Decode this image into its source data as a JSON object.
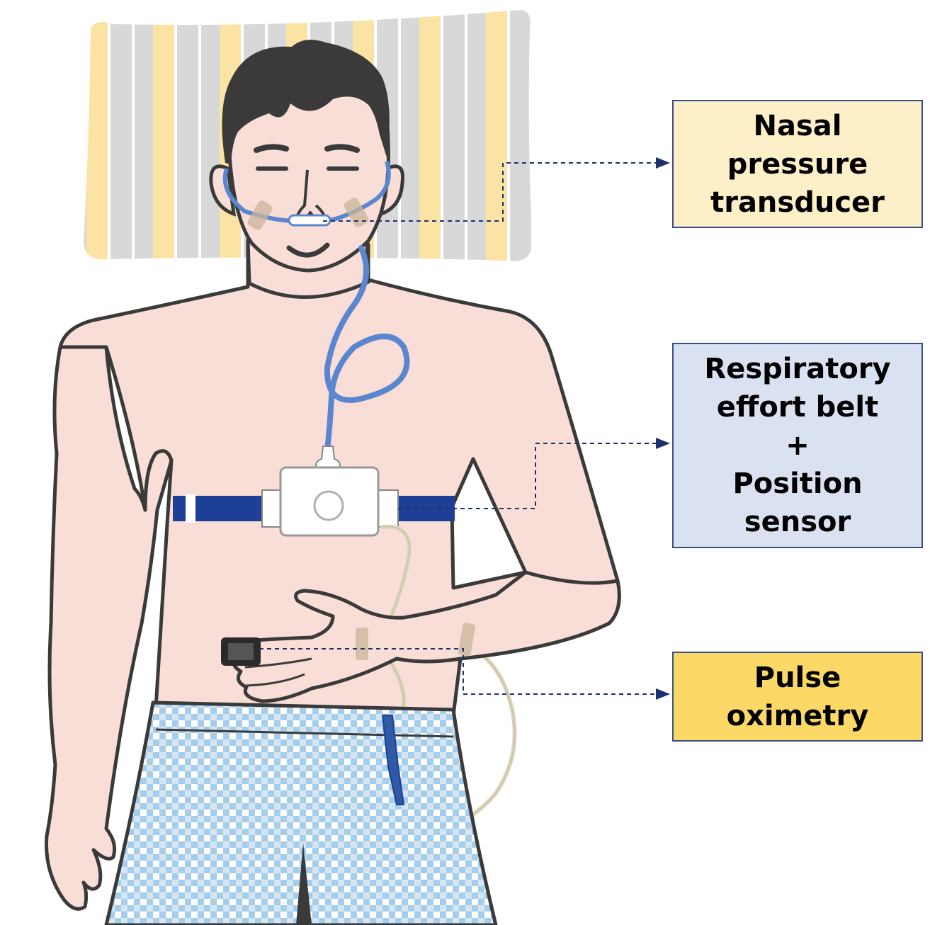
{
  "labels": {
    "nasal": {
      "lines": [
        "Nasal",
        "pressure",
        "transducer"
      ],
      "color": "#fdf0c8"
    },
    "respiratory": {
      "lines": [
        "Respiratory",
        "effort belt",
        "+",
        "Position",
        "sensor"
      ],
      "color": "#dae2f2"
    },
    "pulse": {
      "lines": [
        "Pulse",
        "oximetry"
      ],
      "color": "#fcd866"
    }
  },
  "colors": {
    "skin": "#f8ded6",
    "outline": "#3a3a3a",
    "hair": "#3a3a3a",
    "cannula": "#5a86d0",
    "belt": "#1e3f96",
    "pillow_stripe_yellow": "#fbe3a3",
    "pillow_stripe_grey": "#d8d8d8",
    "shorts_check": "#a6cdea",
    "oximeter_cable": "#ddd6be",
    "leader_line": "#1e2f6e"
  }
}
